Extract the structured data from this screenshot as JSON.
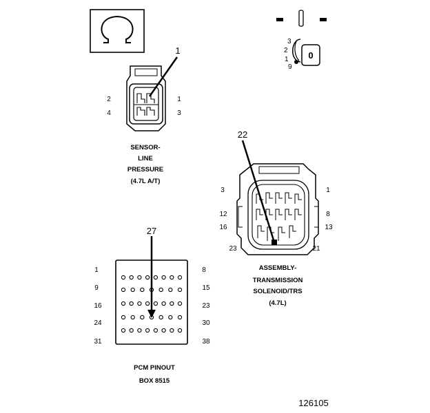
{
  "ohm_symbol": "Ω",
  "key_switch": {
    "top_letters": [
      "▬",
      "│",
      "▬"
    ],
    "pin_numbers": [
      "3",
      "2",
      "1",
      "9"
    ],
    "key_letter": "0"
  },
  "sensor_connector": {
    "callout": "1",
    "pins": [
      "2",
      "1",
      "4",
      "3"
    ],
    "caption": [
      "SENSOR-",
      "LINE",
      "PRESSURE",
      "(4.7L A/T)"
    ]
  },
  "solenoid_connector": {
    "callout": "22",
    "pins": [
      "3",
      "1",
      "12",
      "8",
      "16",
      "13",
      "23",
      "21"
    ],
    "caption": [
      "ASSEMBLY-",
      "TRANSMISSION",
      "SOLENOID/TRS",
      "(4.7L)"
    ]
  },
  "pcm_pinout": {
    "callout": "27",
    "left_pins": [
      "1",
      "9",
      "16",
      "24",
      "31"
    ],
    "right_pins": [
      "8",
      "15",
      "23",
      "30",
      "38"
    ],
    "caption": [
      "PCM PINOUT",
      "BOX 8515"
    ]
  },
  "figure_number": "126105"
}
